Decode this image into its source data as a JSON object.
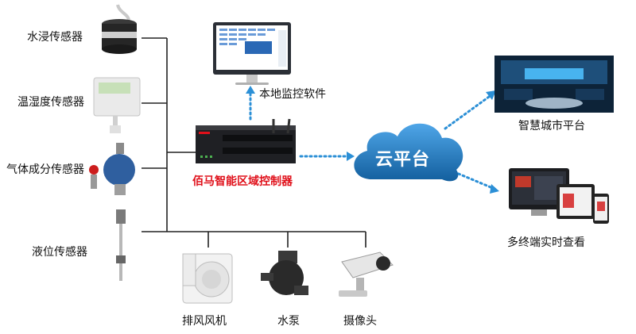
{
  "sensors": {
    "water_leak": "水浸传感器",
    "temp_humidity": "温湿度传感器",
    "gas": "气体成分传感器",
    "liquid_level": "液位传感器"
  },
  "actuators": {
    "exhaust_fan": "排风风机",
    "water_pump": "水泵",
    "camera": "摄像头"
  },
  "controller": {
    "label": "佰马智能区域控制器"
  },
  "local_software": {
    "label": "本地监控软件"
  },
  "cloud": {
    "label": "云平台"
  },
  "smart_city": {
    "label": "智慧城市平台"
  },
  "multi_terminal": {
    "label": "多终端实时查看"
  },
  "colors": {
    "accent_red": "#e0101a",
    "link_blue": "#2b8fd6",
    "cloud_blue": "#1d78c4"
  }
}
